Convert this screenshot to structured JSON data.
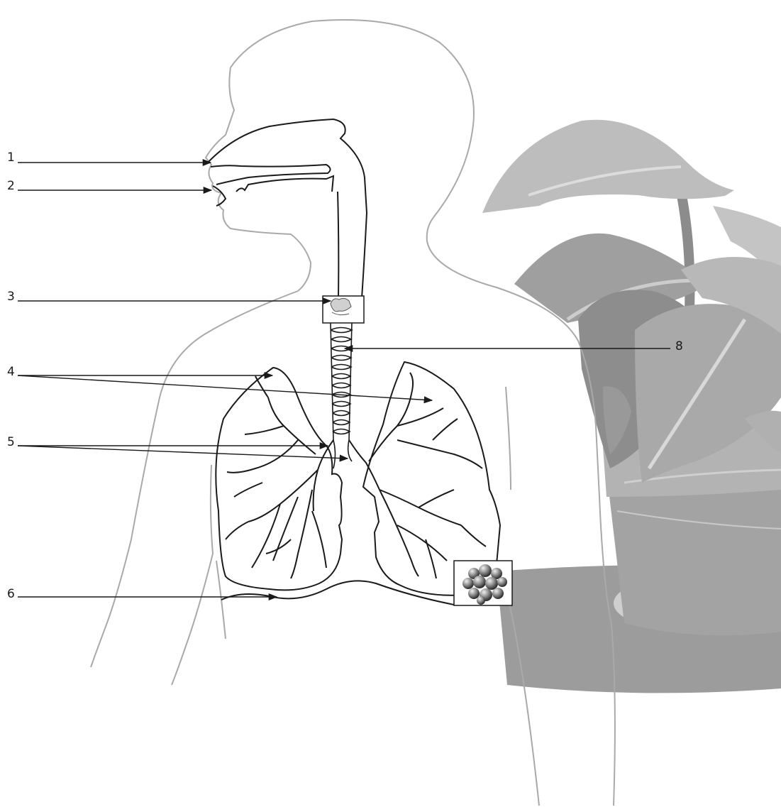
{
  "labels": {
    "l1": "1",
    "l2": "2",
    "l3": "3",
    "l4": "4",
    "l5": "5",
    "l6": "6",
    "l8": "8"
  },
  "colors": {
    "outline": "#a9a9a9",
    "organ_line": "#1a1a1a",
    "plant_light": "#c4c4c4",
    "plant_mid": "#a8a8a8",
    "plant_dark": "#8a8a8a",
    "pot": "#9d9d9d"
  },
  "icons": {
    "alveoli": "alveoli-cluster-icon",
    "larynx": "larynx-inset-icon"
  }
}
